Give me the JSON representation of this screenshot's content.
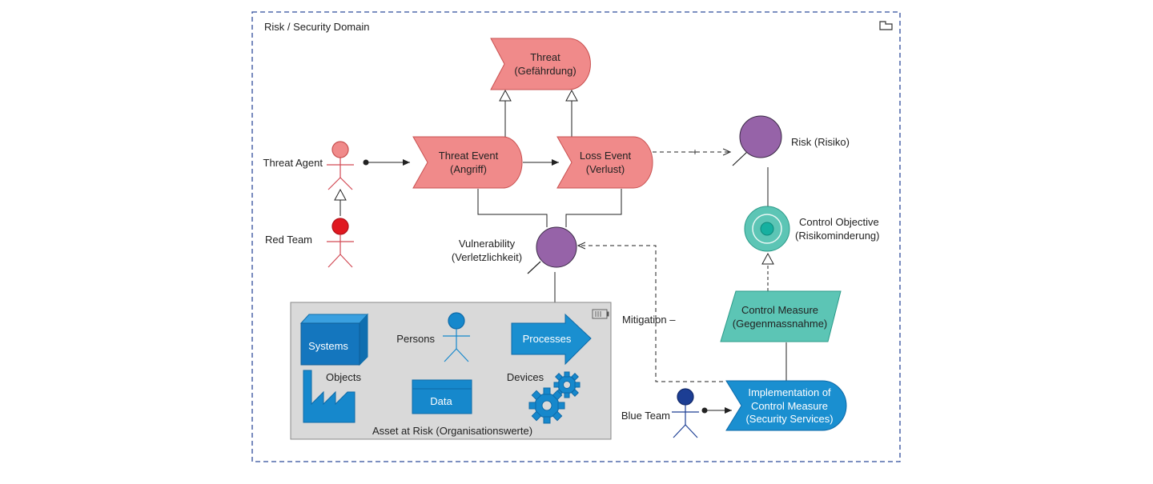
{
  "domain": {
    "title": "Risk / Security Domain",
    "icon": "group-folder-icon"
  },
  "threat": {
    "line1": "Threat",
    "line2": "(Gefährdung)"
  },
  "threat_event": {
    "line1": "Threat Event",
    "line2": "(Angriff)"
  },
  "loss_event": {
    "line1": "Loss Event",
    "line2": "(Verlust)"
  },
  "risk": {
    "label": "Risk (Risiko)"
  },
  "threat_agent": {
    "label": "Threat Agent"
  },
  "red_team": {
    "label": "Red Team"
  },
  "vulnerability": {
    "line1": "Vulnerability",
    "line2": "(Verletzlichkeit)"
  },
  "control_objective": {
    "line1": "Control Objective",
    "line2": "(Risikominderung)"
  },
  "control_measure": {
    "line1": "Control Measure",
    "line2": "(Gegenmassnahme)"
  },
  "implementation": {
    "line1": "Implementation of",
    "line2": "Control Measure",
    "line3": "(Security Services)"
  },
  "blue_team": {
    "label": "Blue Team"
  },
  "mitigation": {
    "label": "Mitigation –"
  },
  "plus_mark": "+",
  "asset": {
    "label": "Asset at Risk (Organisationswerte)",
    "systems": "Systems",
    "persons": "Persons",
    "processes": "Processes",
    "objects": "Objects",
    "data": "Data",
    "devices": "Devices"
  },
  "colors": {
    "threat_fill": "#f08a8a",
    "threat_stroke": "#c85050",
    "risk_fill": "#9663a8",
    "control_fill": "#5cc5b5",
    "control_stroke": "#2a9a88",
    "impl_fill": "#1a8fd0",
    "asset_bg": "#d9d9d9",
    "asset_blue": "#1688cc",
    "red_team": "#e01820",
    "blue_team": "#1c3e94",
    "frame": "#2e4c9a"
  }
}
